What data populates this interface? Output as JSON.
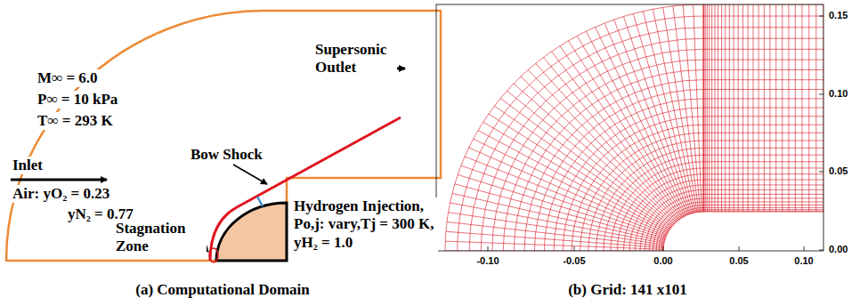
{
  "diagram": {
    "labels": [
      "M∞ = 6.0",
      "P∞ = 10 kPa",
      "T∞ = 293 K",
      "Inlet",
      "Air: yO₂ = 0.23",
      "yN₂ = 0.77",
      "Supersonic Outlet",
      "Bow Shock",
      "Stagnation Zone",
      "Hydrogen Injection, Po,j: vary,Tj = 300 K, yH₂ = 1.0",
      "(a) Computational Domain",
      "(b) Grid: 141 x101",
      "-0.10",
      "-0.05",
      "0.00",
      "0.05",
      "0.10",
      "0.15",
      "0.10",
      "0.05",
      "0.00"
    ]
  }
}
